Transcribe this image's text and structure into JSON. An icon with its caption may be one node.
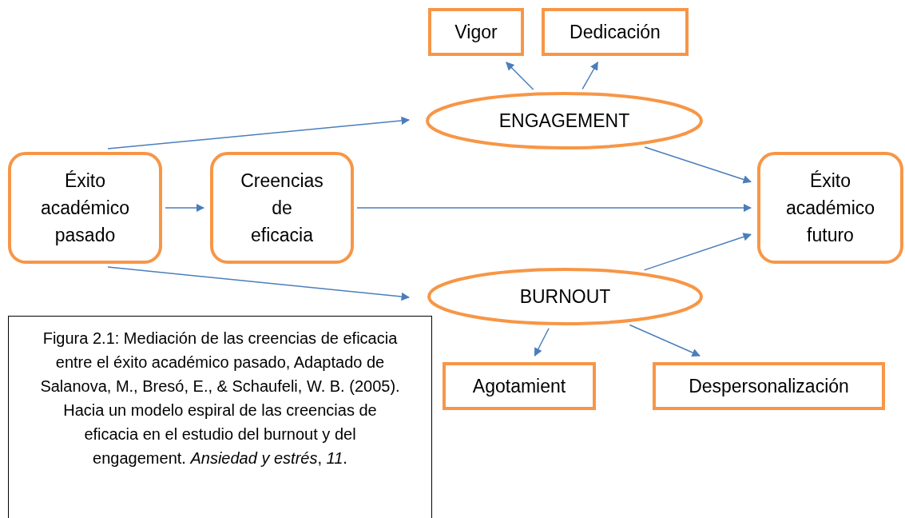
{
  "diagram": {
    "caption": "Figura 2.1: Mediación de las creencias de eficacia entre el éxito académico pasado, Adaptado de Salanova, M., Bresó, E., & Schaufeli, W. B. (2005). Hacia un modelo espiral de las creencias de eficacia en el estudio del burnout y del engagement. *Ansiedad y estrés*, *11*.",
    "nodes": [
      {
        "text": [
          "Vigor"
        ]
      },
      {
        "text": [
          "Dedicación"
        ]
      },
      {
        "text": [
          "ENGAGEMENT"
        ]
      },
      {
        "text": [
          "Éxito académico pasado"
        ]
      },
      {
        "text": [
          "Creencias de eficacia"
        ]
      },
      {
        "text": [
          "Éxito académico futuro"
        ]
      },
      {
        "text": [
          "BURNOUT"
        ]
      },
      {
        "text": [
          "Agotamient"
        ]
      },
      {
        "text": [
          "Despersonalización"
        ]
      }
    ],
    "edges": [
      {
        "from": 3,
        "to": 2,
        "arrow": "to"
      },
      {
        "from": 3,
        "to": 4,
        "arrow": "to"
      },
      {
        "from": 4,
        "to": 5,
        "arrow": "to"
      },
      {
        "from": 3,
        "to": 6,
        "arrow": "to"
      },
      {
        "from": 2,
        "to": 0,
        "arrow": "to"
      },
      {
        "from": 2,
        "to": 1,
        "arrow": "to"
      },
      {
        "from": 2,
        "to": 5,
        "arrow": "to"
      },
      {
        "from": 6,
        "to": 5,
        "arrow": "to"
      },
      {
        "from": 6,
        "to": 7,
        "arrow": "to"
      },
      {
        "from": 6,
        "to": 8,
        "arrow": "to"
      }
    ]
  }
}
